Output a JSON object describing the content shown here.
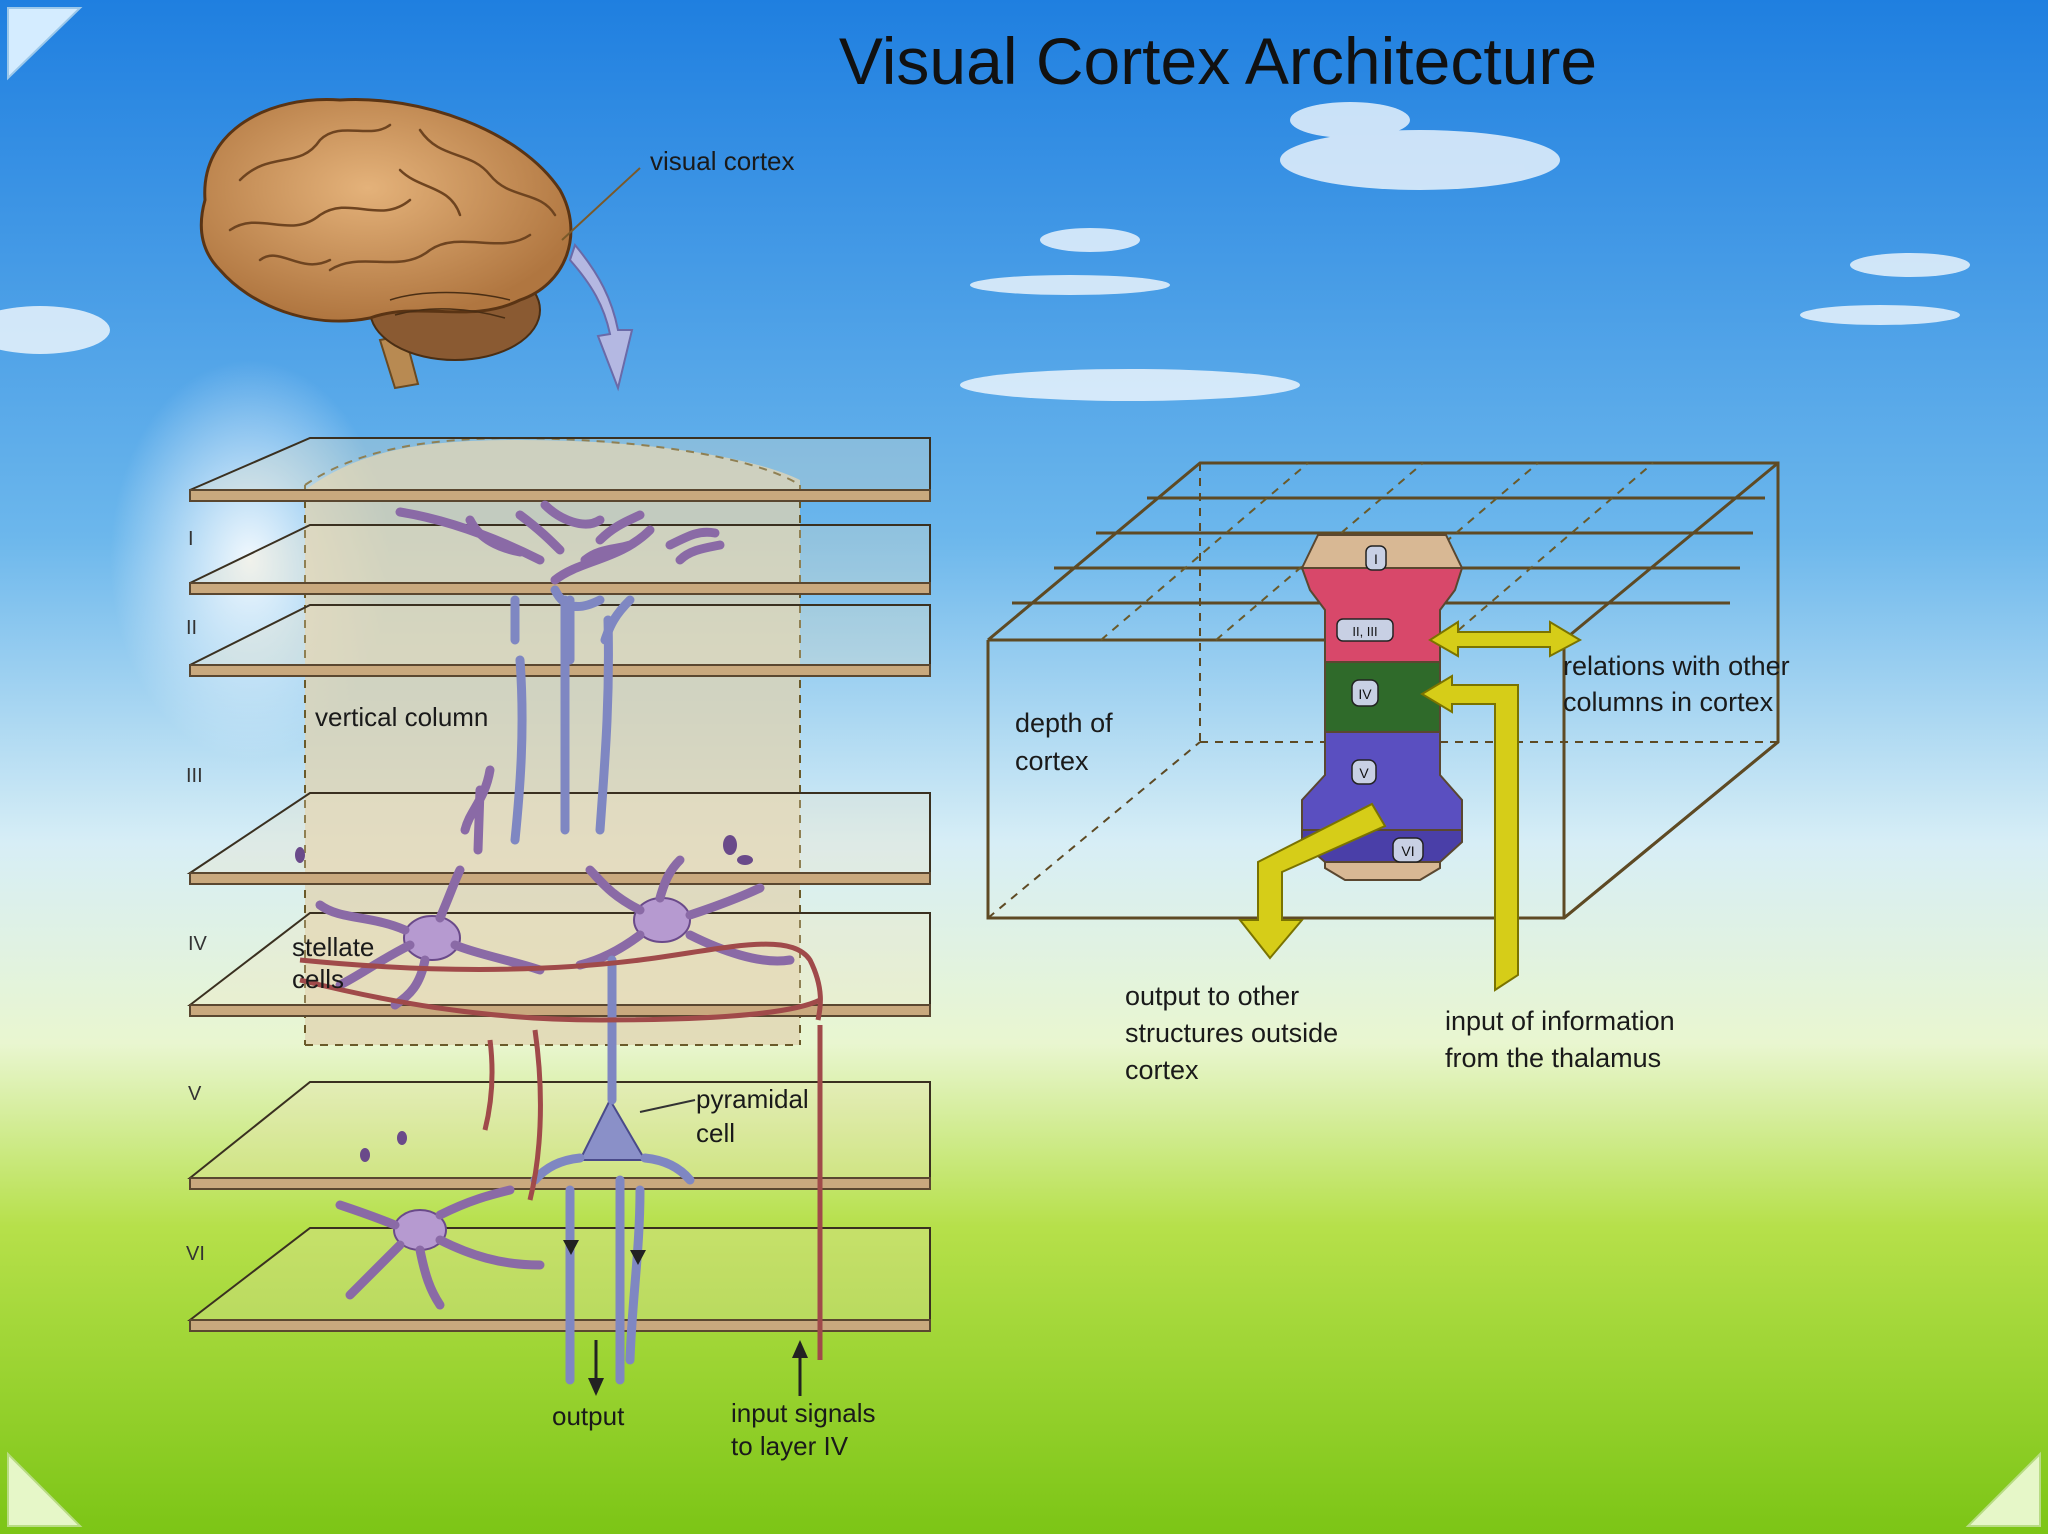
{
  "title": "Visual Cortex Architecture",
  "labels": {
    "visual_cortex": "visual cortex",
    "vertical_column": "vertical column",
    "stellate_1": "stellate",
    "stellate_2": "cells",
    "pyramidal_1": "pyramidal",
    "pyramidal_2": "cell",
    "output": "output",
    "input_1": "input signals",
    "input_2": "to layer IV",
    "depth_1": "depth of",
    "depth_2": "cortex",
    "relations_1": "relations with other",
    "relations_2": "columns in cortex",
    "out_1": "output to other",
    "out_2": "structures outside",
    "out_3": "cortex",
    "thal_1": "input of information",
    "thal_2": "from the thalamus"
  },
  "layers": [
    "I",
    "II",
    "III",
    "IV",
    "V",
    "VI"
  ],
  "column_tags": {
    "i": "I",
    "ii_iii": "II, III",
    "iv": "IV",
    "v": "V",
    "vi": "VI"
  },
  "colors": {
    "sky_top": "#1f7fe0",
    "sky_mid": "#bfe2f5",
    "grass": "#8ccf1a",
    "layer_i": "#d8b894",
    "layer_ii_iii": "#d8486a",
    "layer_iv": "#2f6a2a",
    "layer_v": "#5a4fc0",
    "arrow_yellow": "#d6cd18"
  }
}
